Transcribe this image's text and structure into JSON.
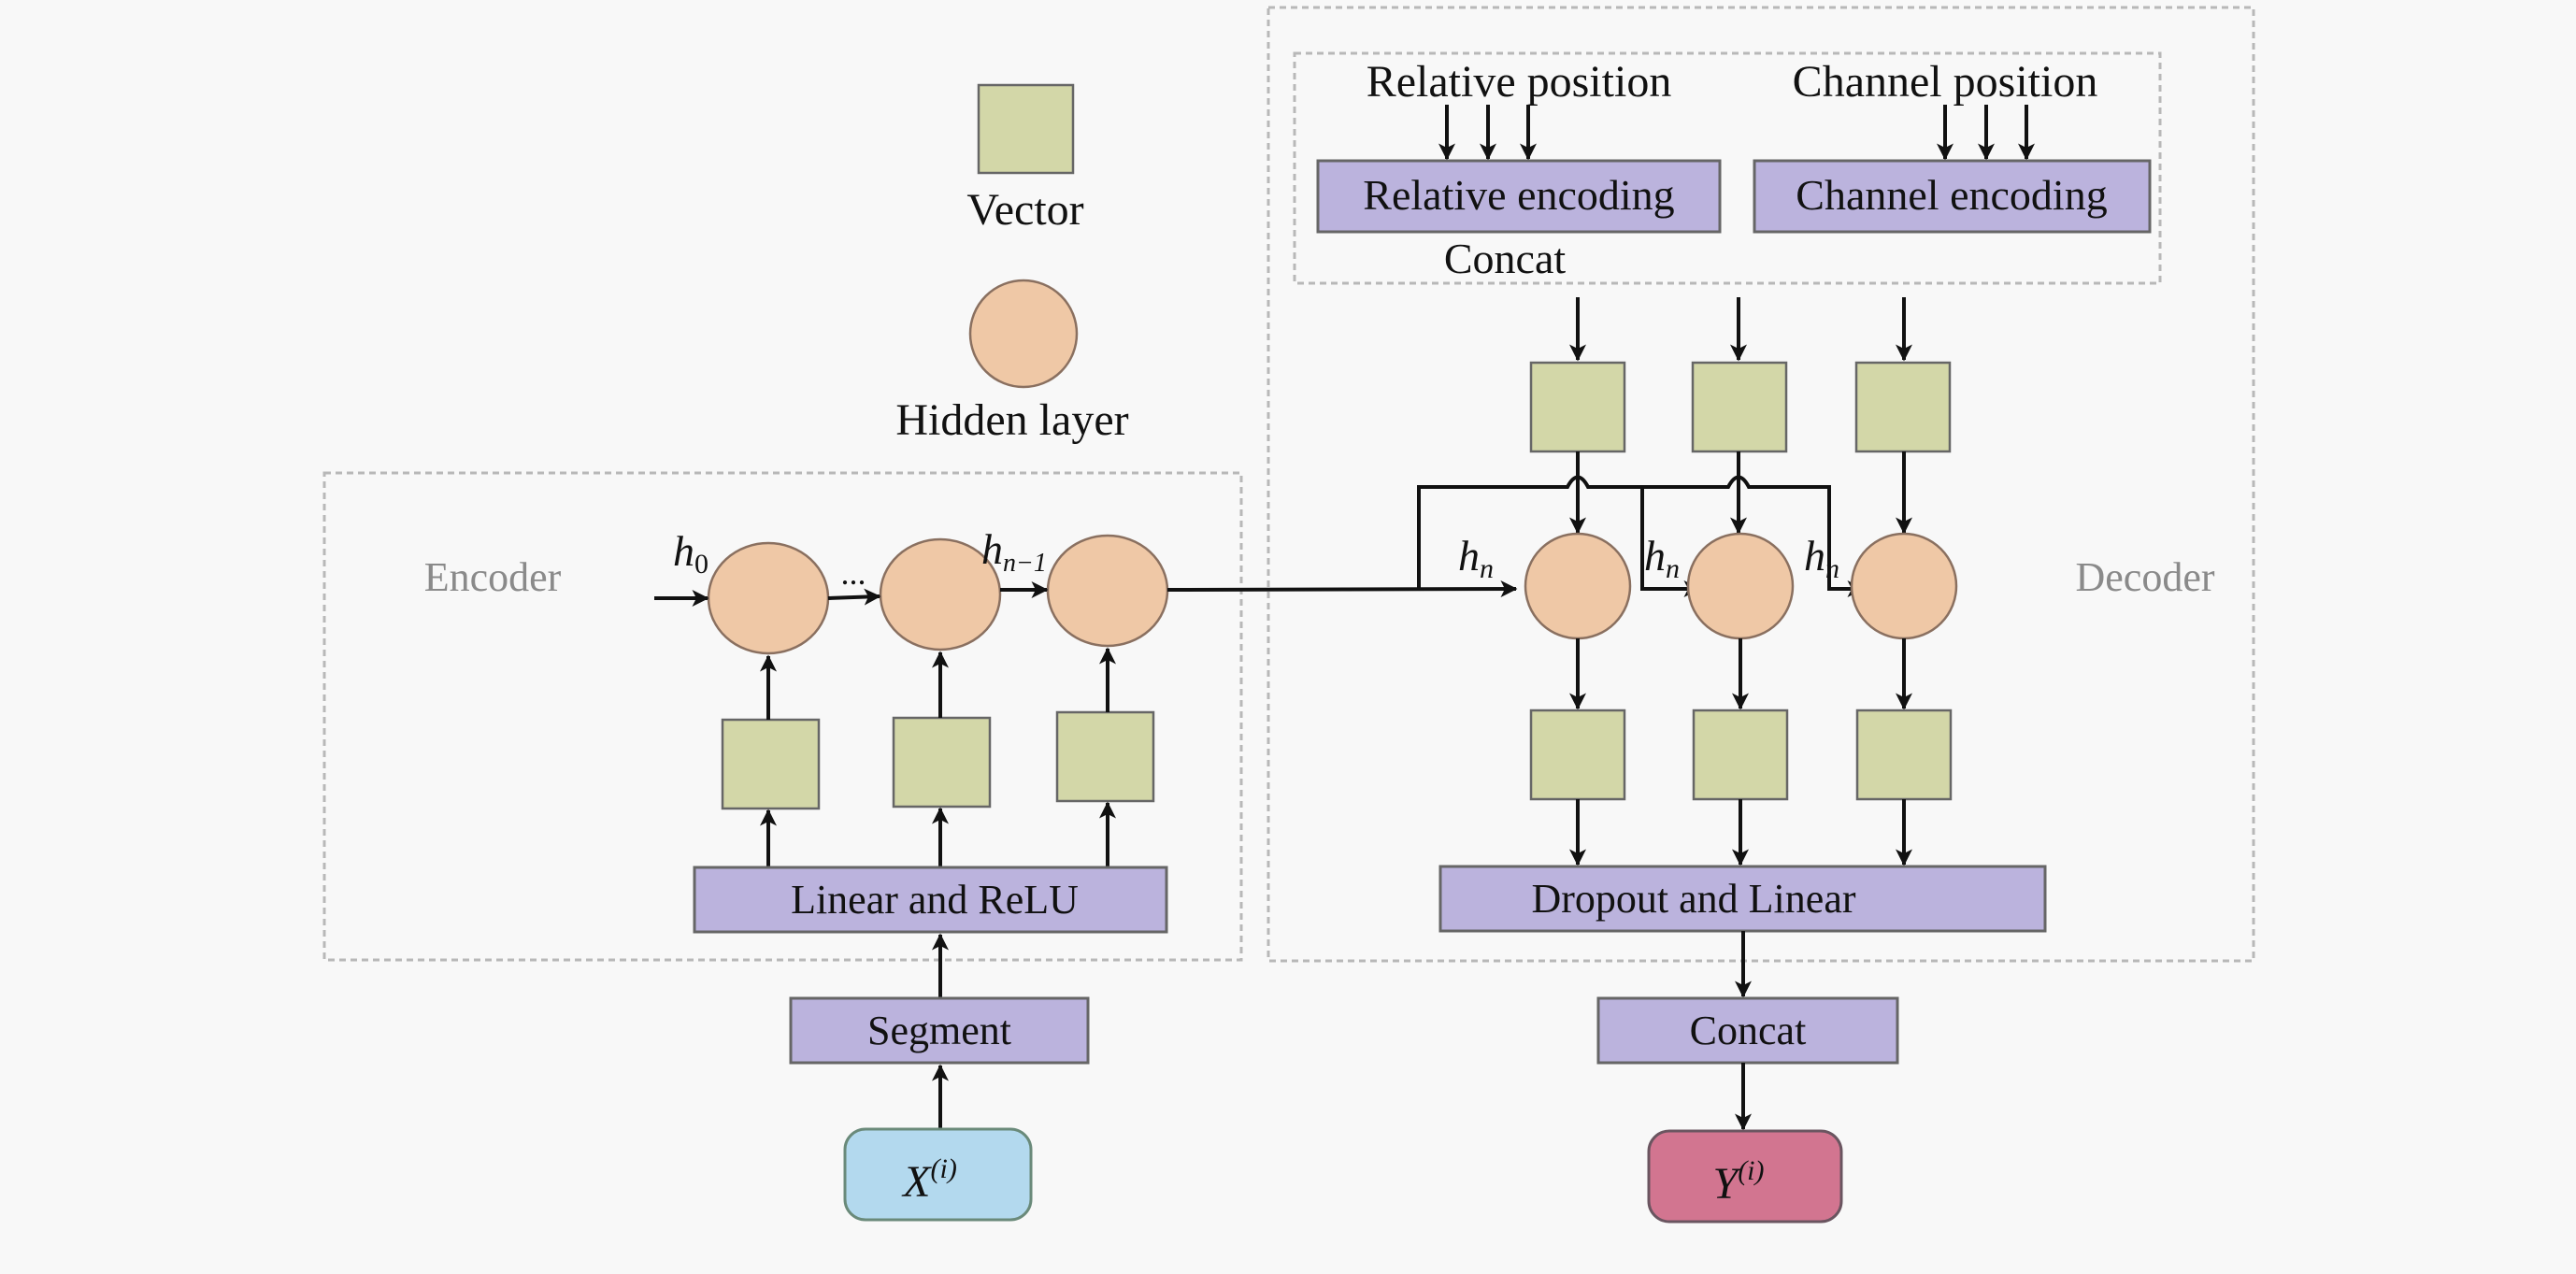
{
  "legend": {
    "vector_label": "Vector",
    "hidden_label": "Hidden layer"
  },
  "encoder": {
    "title": "Encoder",
    "h0_base": "h",
    "h0_sub": "0",
    "ellipsis": "...",
    "hn1_base": "h",
    "hn1_sub": "n−1",
    "linear_label": "Linear and ReLU",
    "segment_label": "Segment",
    "input_base": "X",
    "input_sup": "(i)"
  },
  "decoder": {
    "title": "Decoder",
    "relative_position": "Relative position",
    "channel_position": "Channel position",
    "relative_encoding": "Relative encoding",
    "channel_encoding": "Channel encoding",
    "concat_inner": "Concat",
    "hn_base": "h",
    "hn_sub": "n",
    "dropout_label": "Dropout and Linear",
    "concat_label": "Concat",
    "output_base": "Y",
    "output_sup": "(i)"
  },
  "colors": {
    "vector": "#d3d7a8",
    "hidden": "#efc8a6",
    "block": "#bbb3dd",
    "input": "#b3d9ee",
    "output": "#d27590",
    "dashed": "#b8b8b8"
  }
}
